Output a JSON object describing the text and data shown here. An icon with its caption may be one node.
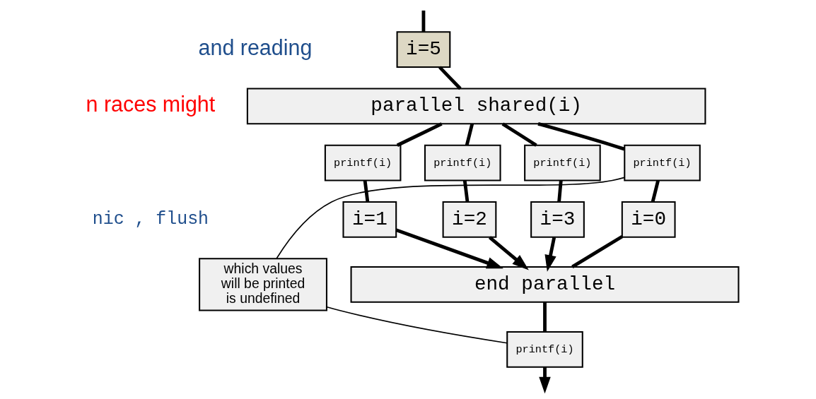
{
  "diagram": {
    "nodes": [
      {
        "text": [
          "i=5"
        ]
      },
      {
        "text": [
          "parallel shared(i)"
        ]
      },
      {
        "text": [
          "printf(i)"
        ]
      },
      {
        "text": [
          "i=0"
        ]
      },
      {
        "text": [
          "printf(i)"
        ]
      },
      {
        "text": [
          "i=1"
        ]
      },
      {
        "text": [
          "printf(i)"
        ]
      },
      {
        "text": [
          "i=2"
        ]
      },
      {
        "text": [
          "printf(i)"
        ]
      },
      {
        "text": [
          "i=3"
        ]
      },
      {
        "text": [
          "end parallel"
        ]
      },
      {
        "text": [
          "printf(i)"
        ]
      },
      {
        "text": [
          "which values will be printed is undefined"
        ]
      }
    ],
    "edges": [
      {
        "from": null,
        "to": 0,
        "arrow": "none"
      },
      {
        "from": 0,
        "to": 1,
        "arrow": "none"
      },
      {
        "from": 1,
        "to": 2,
        "arrow": "none"
      },
      {
        "from": 2,
        "to": 3,
        "arrow": "none"
      },
      {
        "from": 3,
        "to": 10,
        "arrow": "none"
      },
      {
        "from": 1,
        "to": 4,
        "arrow": "none"
      },
      {
        "from": 4,
        "to": 5,
        "arrow": "none"
      },
      {
        "from": 5,
        "to": 10,
        "arrow": "to"
      },
      {
        "from": 1,
        "to": 6,
        "arrow": "none"
      },
      {
        "from": 6,
        "to": 7,
        "arrow": "none"
      },
      {
        "from": 7,
        "to": 10,
        "arrow": "to"
      },
      {
        "from": 1,
        "to": 8,
        "arrow": "none"
      },
      {
        "from": 8,
        "to": 9,
        "arrow": "none"
      },
      {
        "from": 9,
        "to": 10,
        "arrow": "to"
      },
      {
        "from": 10,
        "to": 11,
        "arrow": "none"
      },
      {
        "from": 11,
        "to": null,
        "arrow": "to"
      },
      {
        "from": 12,
        "to": 2,
        "arrow": "none"
      },
      {
        "from": 12,
        "to": 11,
        "arrow": "none"
      }
    ],
    "labels": [
      "and reading",
      "n races might",
      "nic , flush"
    ]
  }
}
